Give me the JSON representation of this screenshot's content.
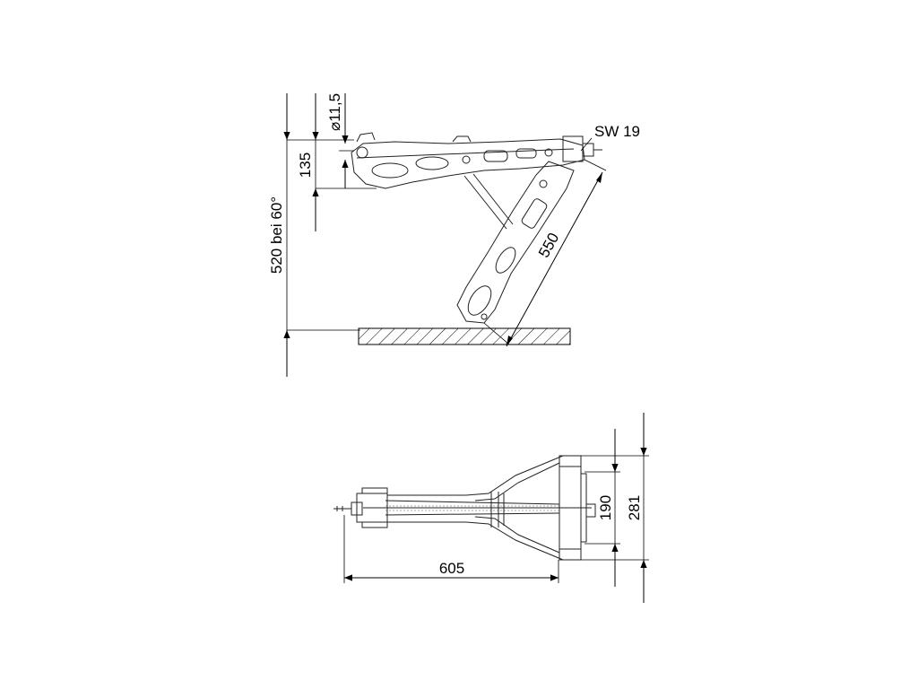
{
  "drawing": {
    "side_view": {
      "dimensions": {
        "height": "520 bei 60°",
        "offset": "135",
        "bore": "⌀11,5",
        "arm_length": "550"
      },
      "labels": {
        "wrench_size": "SW 19"
      }
    },
    "top_view": {
      "dimensions": {
        "length": "605",
        "inner_width": "190",
        "outer_width": "281"
      }
    }
  }
}
